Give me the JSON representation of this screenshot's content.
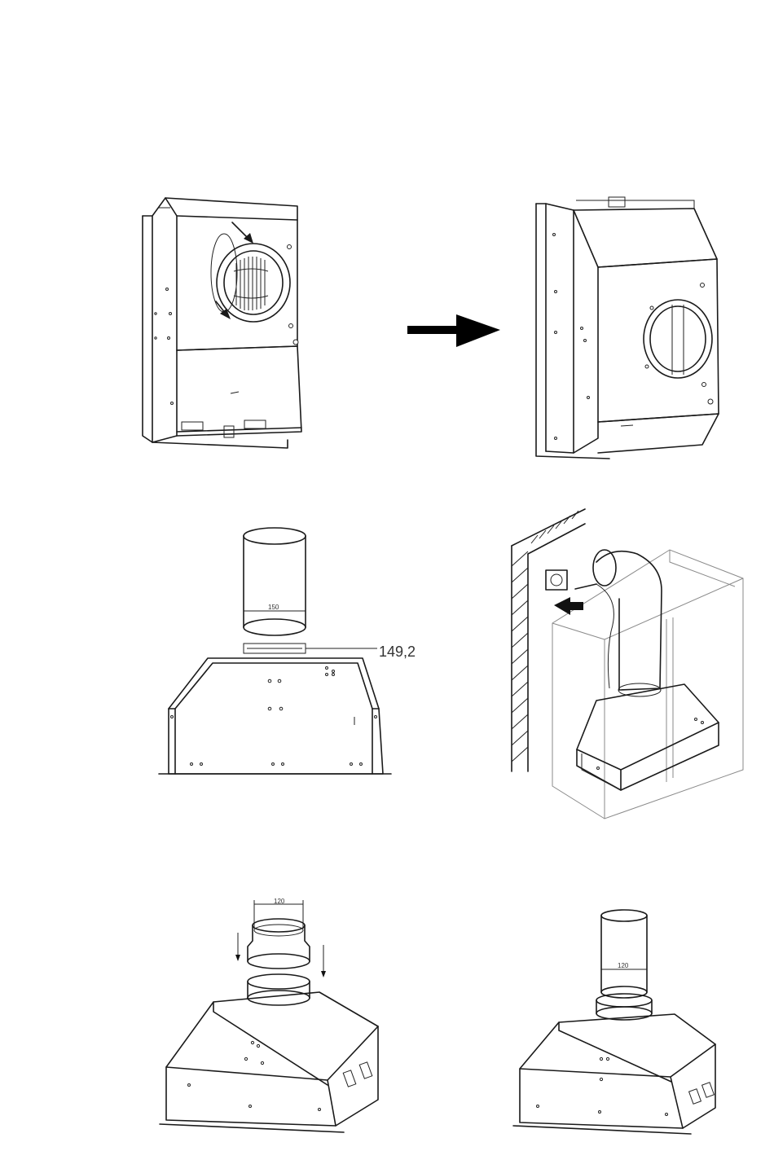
{
  "figures": {
    "top_left": {
      "type": "illustration"
    },
    "arrow": {
      "type": "arrow-right"
    },
    "top_right": {
      "type": "illustration"
    },
    "mid_left": {
      "pipe_dimension": "150",
      "outlet_dimension": "149,2"
    },
    "mid_right": {
      "type": "illustration"
    },
    "bottom_left": {
      "reducer_dimension": "120"
    },
    "bottom_right": {
      "pipe_dimension": "120"
    }
  },
  "colors": {
    "line": "#1a1a1a",
    "background": "#ffffff"
  }
}
